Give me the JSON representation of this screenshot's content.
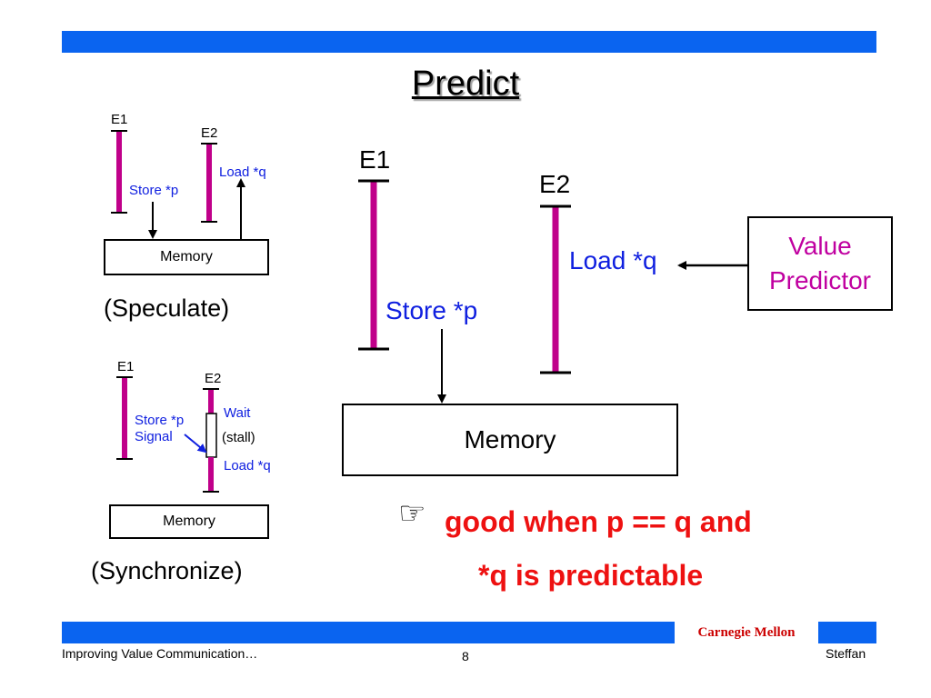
{
  "slide": {
    "title": "Predict",
    "colors": {
      "bar": "#0a64f0",
      "thread": "#c0008a",
      "label_blue": "#1020e0",
      "emphasis_red": "#ee1111",
      "predictor_magenta": "#c000a0"
    }
  },
  "speculate": {
    "e1": "E1",
    "e2": "E2",
    "load": "Load *q",
    "store": "Store *p",
    "memory": "Memory",
    "caption": "(Speculate)"
  },
  "synchronize": {
    "e1": "E1",
    "e2": "E2",
    "store": "Store *p",
    "signal": "Signal",
    "wait": "Wait",
    "stall": "(stall)",
    "load": "Load *q",
    "memory": "Memory",
    "caption": "(Synchronize)"
  },
  "predict": {
    "e1": "E1",
    "e2": "E2",
    "load": "Load *q",
    "store": "Store *p",
    "memory": "Memory",
    "predictor_line1": "Value",
    "predictor_line2": "Predictor"
  },
  "conclusion": {
    "icon": "pointing-hand-icon",
    "line1": "good when p == q and",
    "line2": "*q is predictable"
  },
  "footer": {
    "left": "Improving Value Communication…",
    "page": "8",
    "right": "Steffan",
    "brand": "Carnegie Mellon"
  }
}
